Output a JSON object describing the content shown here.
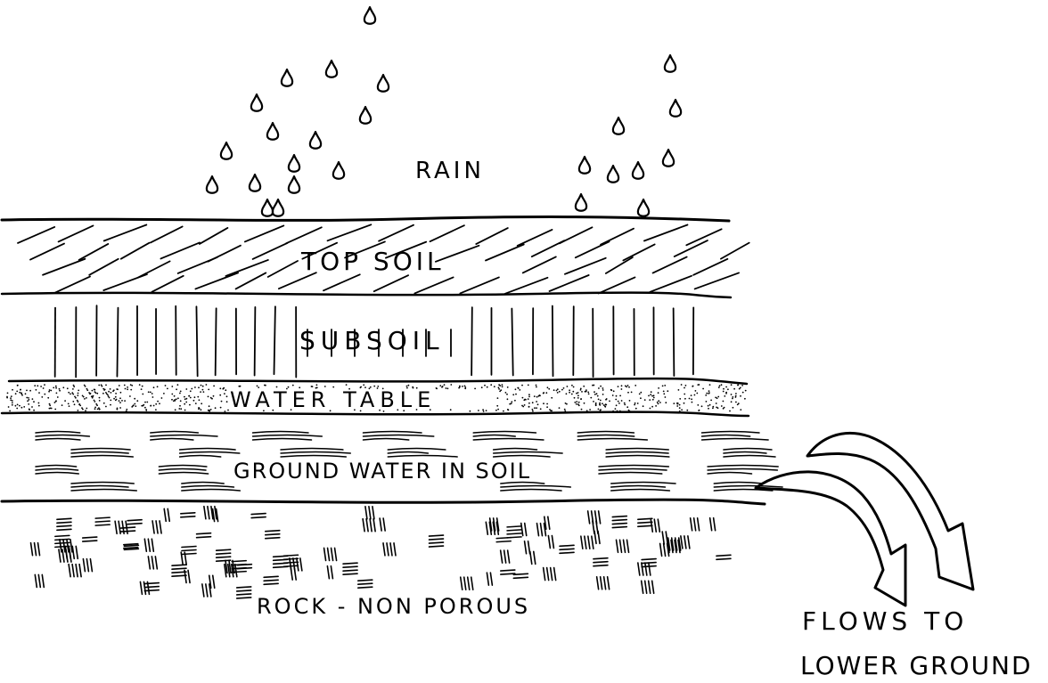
{
  "diagram": {
    "labels": {
      "rain": "RAIN",
      "top_soil": "TOP SOIL",
      "subsoil": "SUBSOIL",
      "water_table": "WATER TABLE",
      "ground_water": "GROUND WATER IN SOIL",
      "rock": "ROCK - NON POROUS",
      "flow_line1": "FLOWS TO",
      "flow_line2": "LOWER GROUND"
    },
    "layers": [
      "rain",
      "top_soil",
      "subsoil",
      "water_table",
      "ground_water",
      "rock"
    ],
    "ink_color": "#000000",
    "background_color": "#ffffff",
    "icons": [
      "raindrop-icon",
      "flow-arrow-icon"
    ]
  }
}
